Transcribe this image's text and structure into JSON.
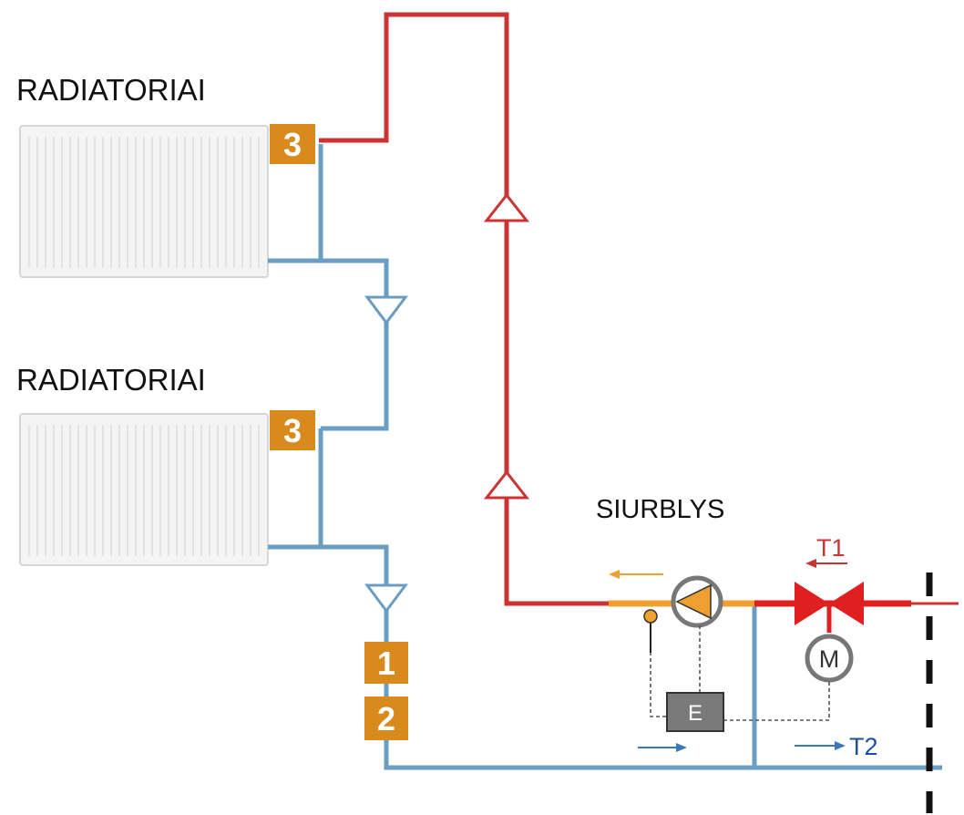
{
  "labels": {
    "radiator_top": "RADIATORIAI",
    "radiator_bottom": "RADIATORIAI",
    "pump": "SIURBLYS",
    "t1": "T1",
    "t2": "T2"
  },
  "badges": {
    "top_radiator": "3",
    "bottom_radiator": "3",
    "return_1": "1",
    "return_2": "2"
  },
  "components": {
    "motor": "M",
    "controller": "E"
  },
  "colors": {
    "supply": "#cc3333",
    "return": "#6a9dc4",
    "pump_line": "#f0a030",
    "valve": "#e02020",
    "badge": "#d98a1c",
    "controller": "#7a7a7a",
    "t2_text": "#1d4fa8"
  }
}
